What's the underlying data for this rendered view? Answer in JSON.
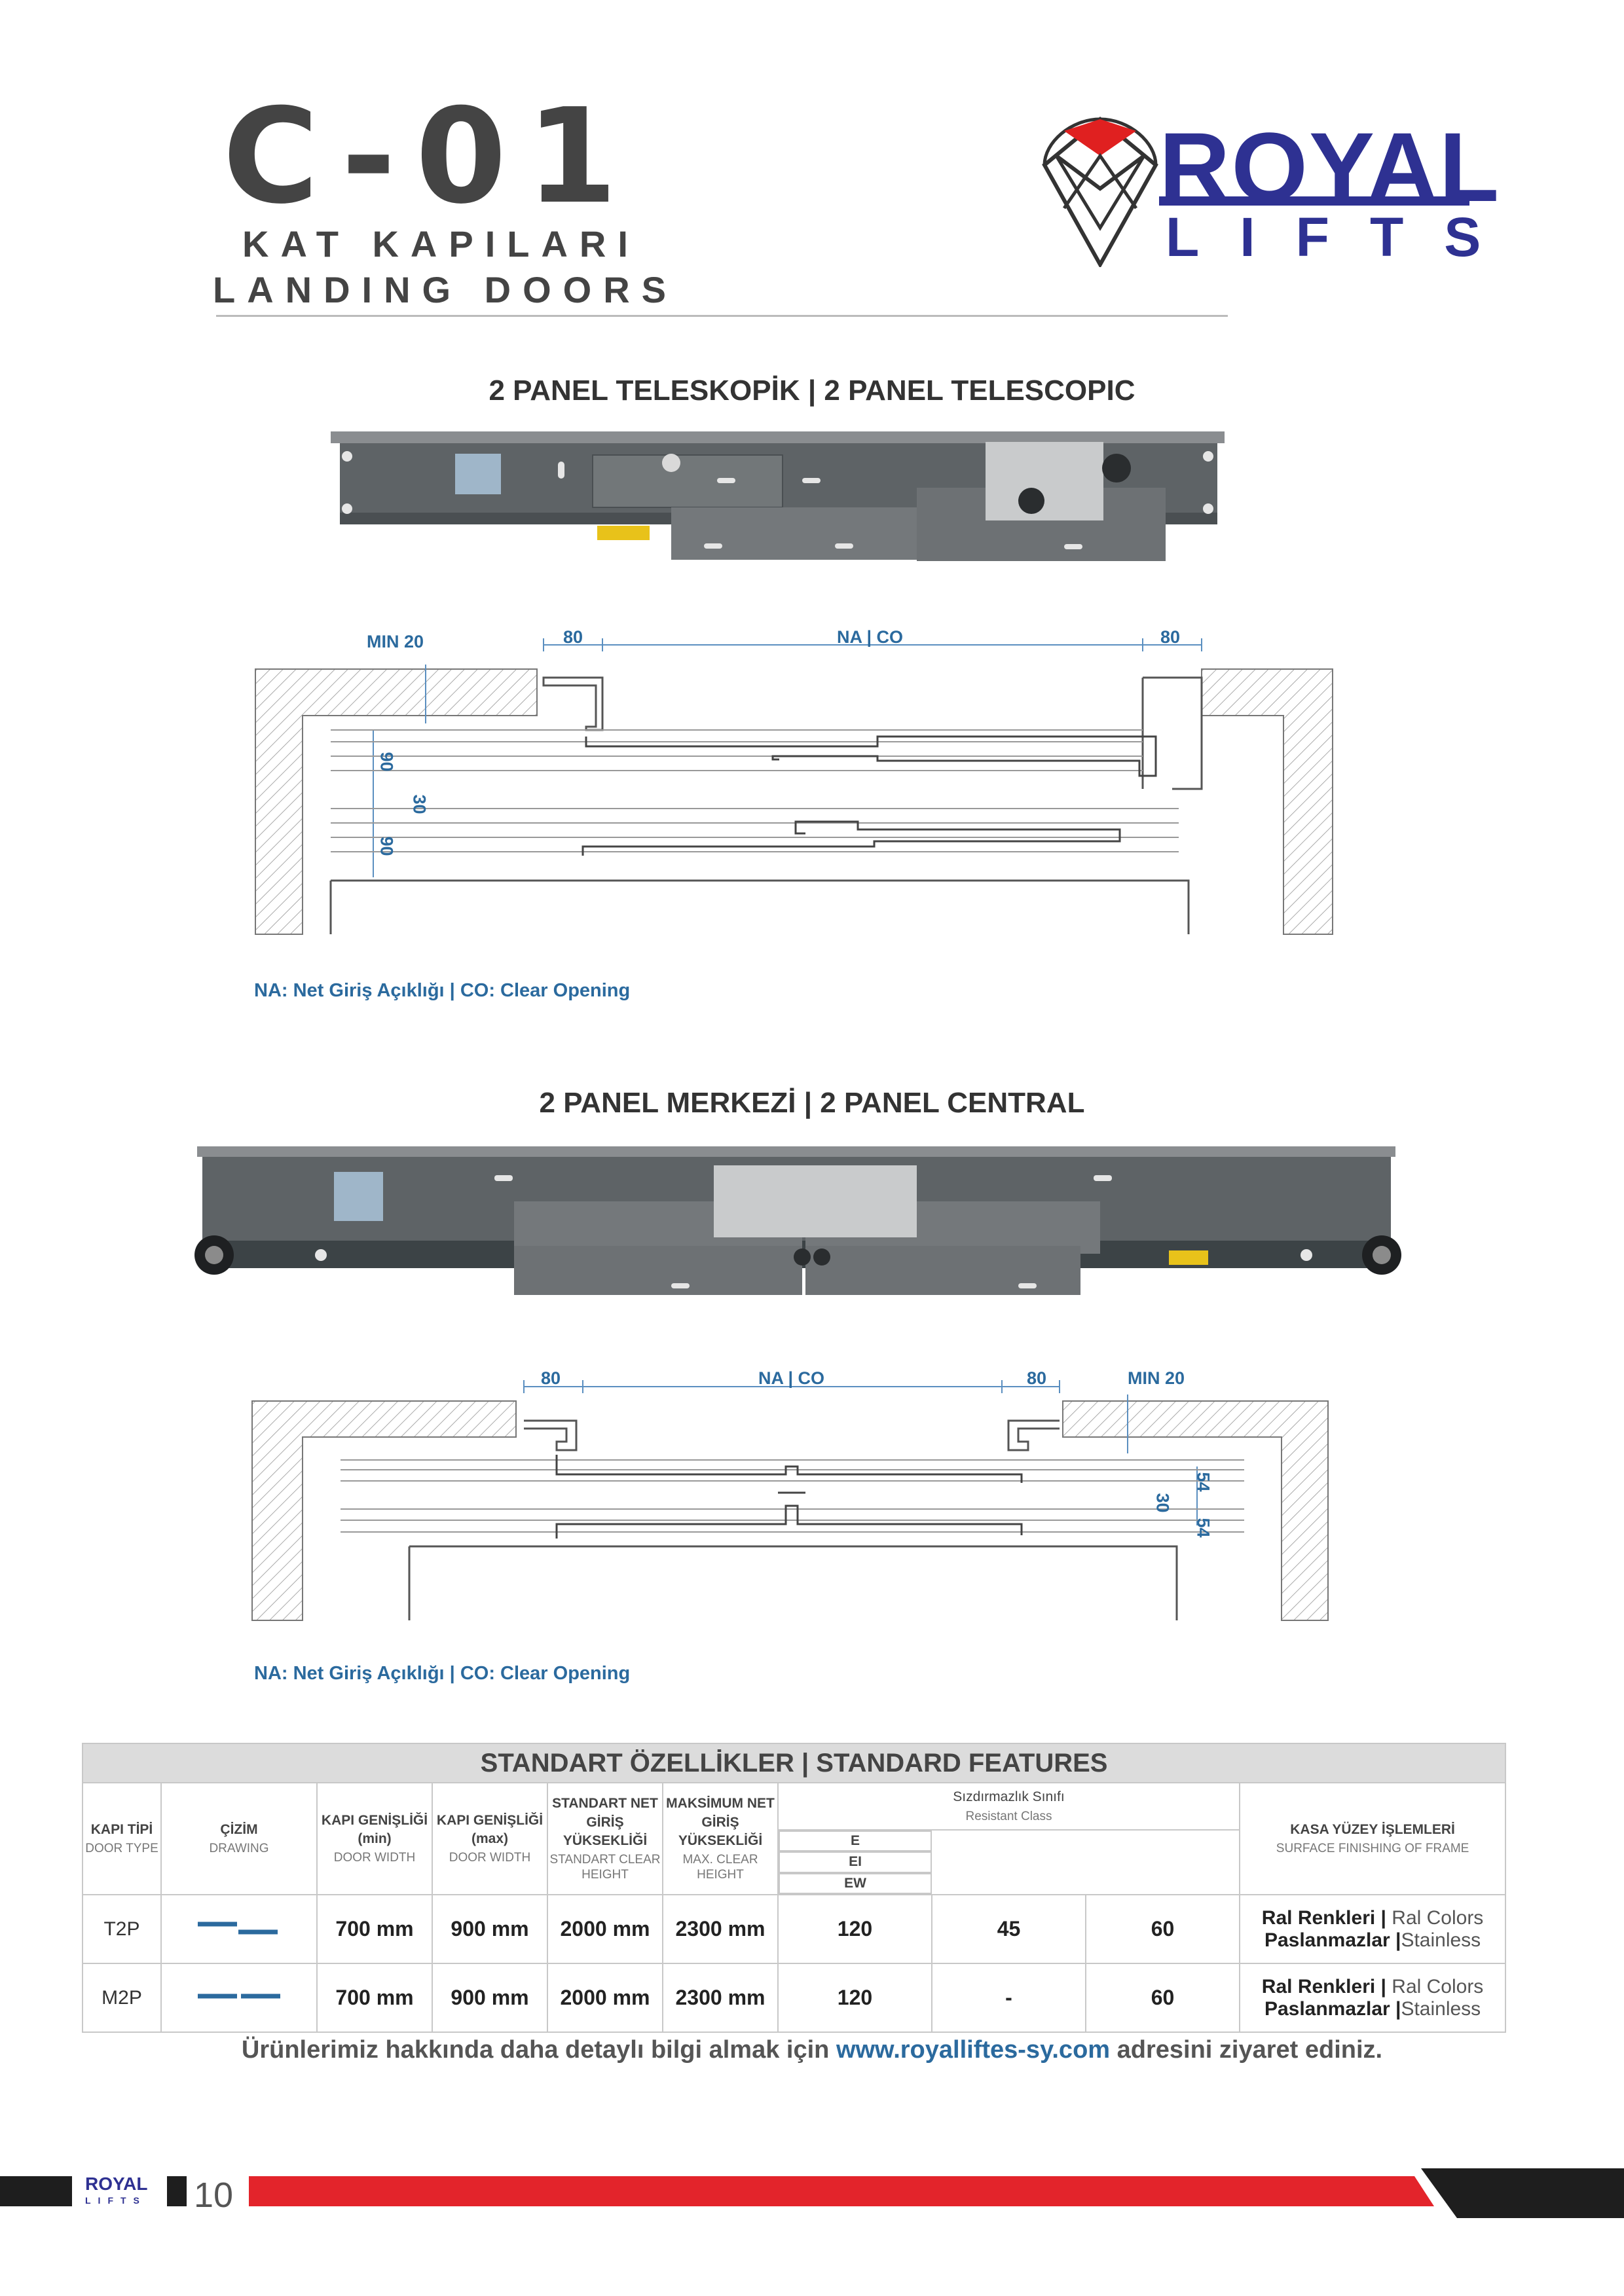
{
  "header": {
    "model": "C-01",
    "subtitle_tr": "KAT KAPILARI",
    "subtitle_en": "LANDING DOORS"
  },
  "brand": {
    "word1": "ROYAL",
    "word2": "LIFTS",
    "colors": {
      "primary": "#2e3192",
      "accent": "#e02020"
    }
  },
  "telescopic": {
    "title": "2 PANEL TELESKOPİK | 2 PANEL TELESCOPIC",
    "dims": {
      "min": "MIN 20",
      "left": "80",
      "center": "NA | CO",
      "right": "80",
      "v1": "90",
      "v2": "30",
      "v3": "90"
    },
    "note": "NA: Net Giriş Açıklığı |  CO: Clear Opening"
  },
  "central": {
    "title": "2 PANEL MERKEZİ | 2 PANEL CENTRAL",
    "dims": {
      "left": "80",
      "center": "NA | CO",
      "right": "80",
      "min": "MIN 20",
      "v1": "30",
      "v2": "54",
      "v3": "54"
    },
    "note": "NA: Net Giriş Açıklığı |  CO: Clear Opening"
  },
  "table": {
    "title": "STANDART ÖZELLİKLER | STANDARD FEATURES",
    "headers": {
      "type_main": "KAPI TİPİ",
      "type_sub": "DOOR TYPE",
      "drawing_main": "ÇİZİM",
      "drawing_sub": "DRAWING",
      "wmin_main": "KAPI GENİŞLİĞİ (min)",
      "wmin_sub": "DOOR WIDTH",
      "wmax_main": "KAPI GENİŞLİĞİ (max)",
      "wmax_sub": "DOOR WIDTH",
      "h_main": "STANDART NET GİRİŞ YÜKSEKLİĞİ",
      "h_sub": "STANDART CLEAR HEIGHT",
      "hmax_main": "MAKSİMUM NET GİRİŞ YÜKSEKLİĞİ",
      "hmax_sub": "MAX. CLEAR HEIGHT",
      "resist_main": "Sızdırmazlık Sınıfı",
      "resist_sub": "Resistant Class",
      "e": "E",
      "ei": "EI",
      "ew": "EW",
      "finish_main": "KASA YÜZEY İŞLEMLERİ",
      "finish_sub": "SURFACE FINISHING OF FRAME"
    },
    "rows": [
      {
        "type": "T2P",
        "wmin": "700 mm",
        "wmax": "900 mm",
        "h": "2000 mm",
        "hmax": "2300 mm",
        "e": "120",
        "ei": "45",
        "ew": "60",
        "f1b": "Ral Renkleri |",
        "f1l": " Ral Colors",
        "f2b": "Paslanmazlar |",
        "f2l": "Stainless"
      },
      {
        "type": "M2P",
        "wmin": "700 mm",
        "wmax": "900 mm",
        "h": "2000 mm",
        "hmax": "2300 mm",
        "e": "120",
        "ei": "-",
        "ew": "60",
        "f1b": "Ral Renkleri |",
        "f1l": " Ral Colors",
        "f2b": "Paslanmazlar |",
        "f2l": "Stainless"
      }
    ]
  },
  "footer": {
    "text_before": "Ürünlerimiz hakkında daha detaylı bilgi almak için ",
    "url": "www.royalliftes-sy.com",
    "text_after": "  adresini ziyaret ediniz.",
    "page": "10",
    "mini_logo_1": "ROYAL",
    "mini_logo_2": "LIFTS"
  }
}
